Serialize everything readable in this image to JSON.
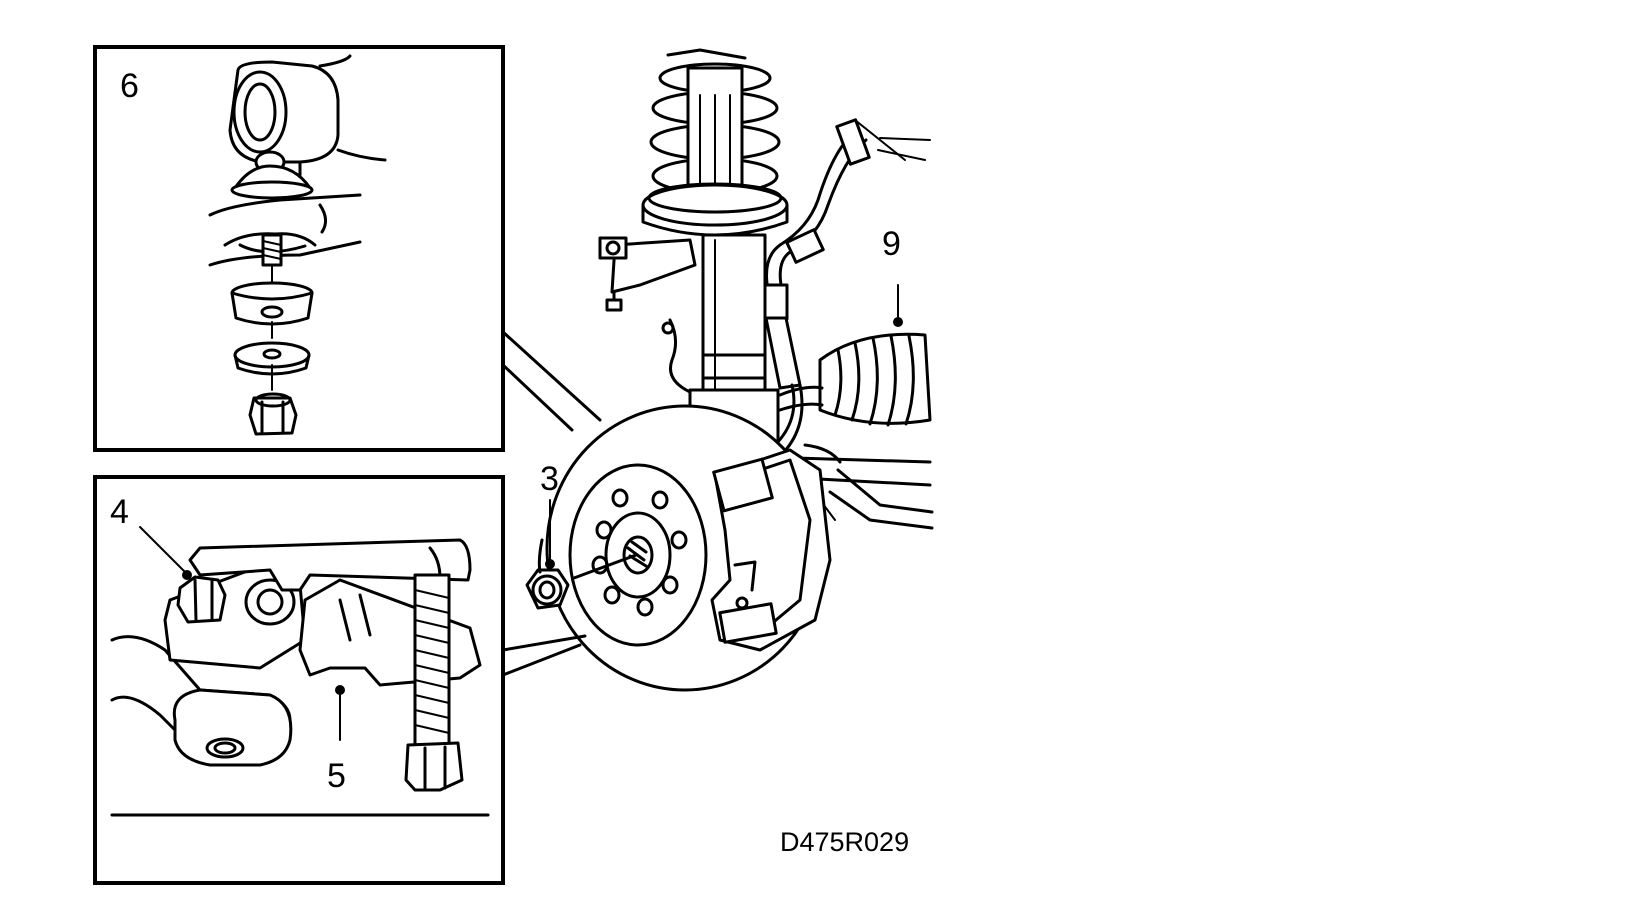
{
  "figure_code": "D475R029",
  "callouts": {
    "c3": "3",
    "c4": "4",
    "c5": "5",
    "c6": "6",
    "c9": "9"
  },
  "colors": {
    "ink": "#000000",
    "paper": "#ffffff"
  }
}
